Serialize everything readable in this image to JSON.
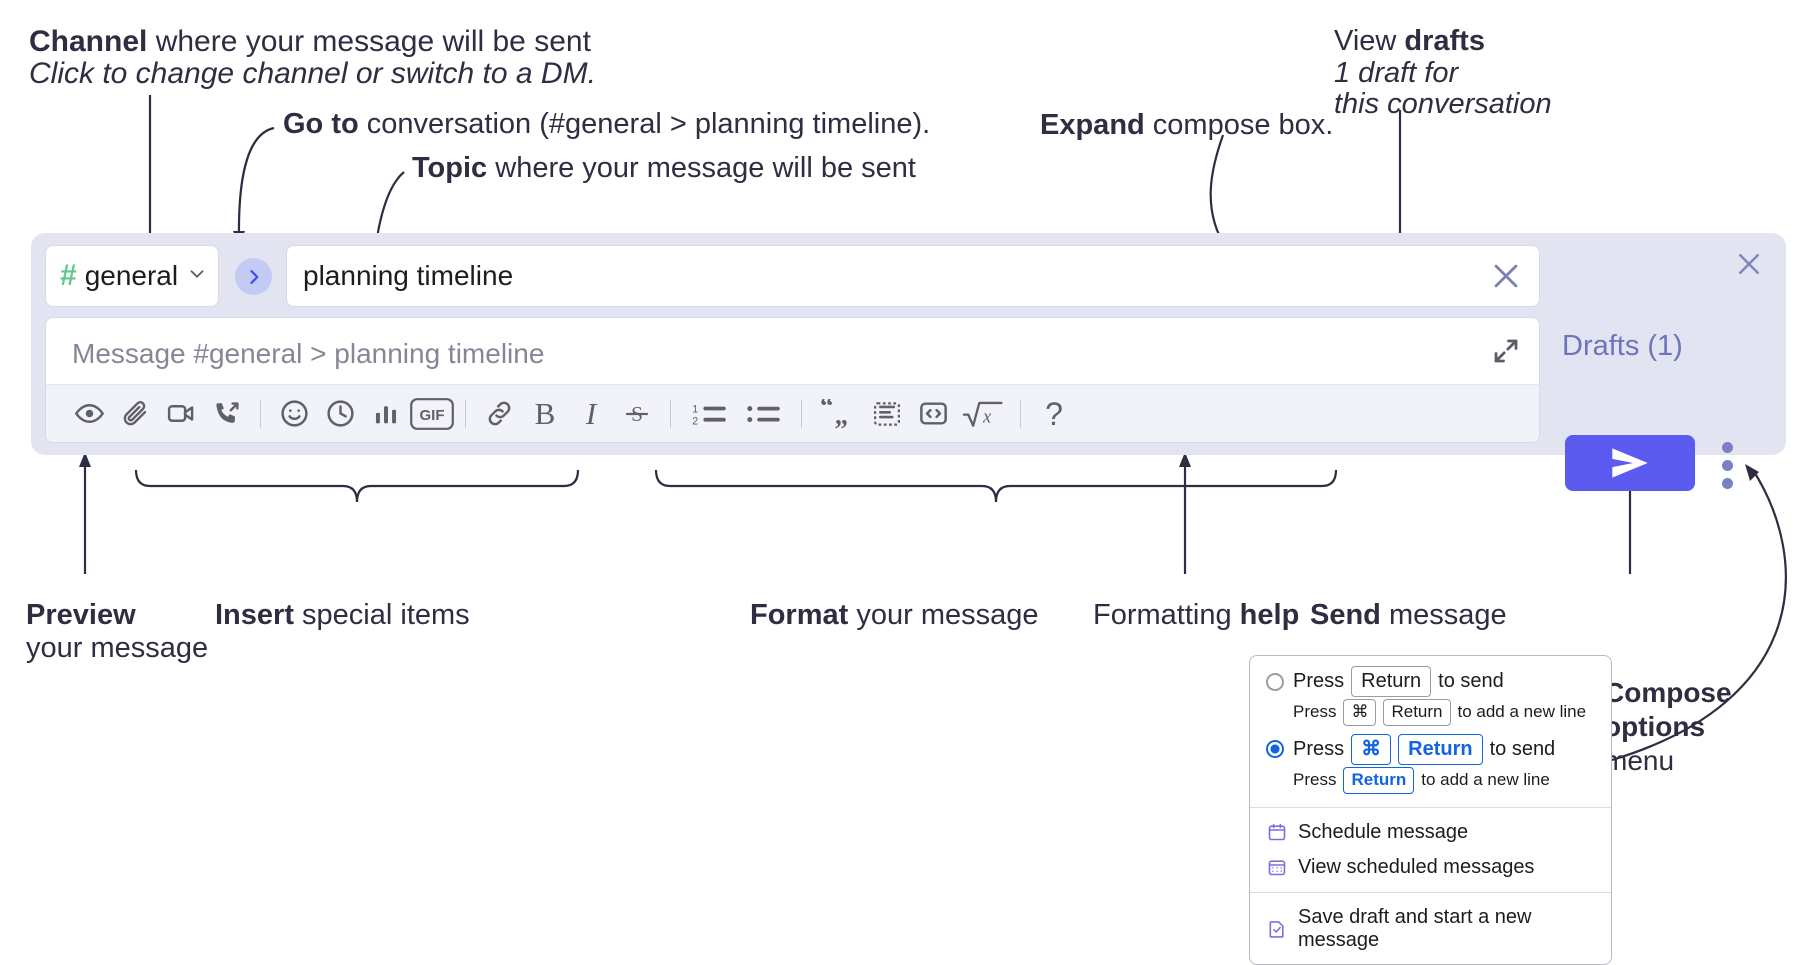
{
  "annotations": {
    "channel": {
      "line1_bold": "Channel",
      "line1_rest": " where your message will be sent",
      "line2_italic": "Click to change channel or switch to a DM."
    },
    "goto": {
      "bold": "Go to",
      "rest": " conversation (#general > planning timeline)."
    },
    "topic": {
      "bold": "Topic",
      "rest": " where your message will be sent"
    },
    "expand": {
      "bold": "Expand",
      "rest": " compose box."
    },
    "drafts": {
      "line1_rest": "View ",
      "line1_bold": "drafts",
      "line2_italic": "1 draft for",
      "line3_italic": "this conversation"
    },
    "preview": {
      "bold": "Preview",
      "line2": "your message"
    },
    "insert": {
      "bold": "Insert",
      "rest": " special items"
    },
    "format": {
      "bold": "Format",
      "rest": " your message"
    },
    "formatting_help": {
      "rest": "Formatting ",
      "bold": "help"
    },
    "send": {
      "bold": "Send",
      "rest": " message"
    },
    "compose_options": {
      "line1_bold": "Compose",
      "line2_bold": "options",
      "line3": "menu"
    }
  },
  "compose": {
    "channel": {
      "hash": "#",
      "name": "general",
      "caret_icon": "chevron-down-icon"
    },
    "goto_icon": "chevron-right-icon",
    "topic": {
      "value": "planning timeline",
      "clear_icon": "close-icon"
    },
    "message": {
      "placeholder": "Message #general > planning timeline",
      "value": ""
    },
    "expand_icon": "expand-arrows-icon",
    "panel_close_icon": "close-icon",
    "drafts_label": "Drafts (1)",
    "send_icon": "send-paper-plane-icon",
    "kebab_icon": "vertical-dots-icon",
    "toolbar": [
      {
        "name": "preview-message",
        "icon": "eye-icon",
        "label": ""
      },
      {
        "name": "attach-file",
        "icon": "paperclip-icon",
        "label": ""
      },
      {
        "name": "record-video-clip",
        "icon": "video-camera-icon",
        "label": ""
      },
      {
        "name": "record-audio-clip",
        "icon": "phone-arrow-icon",
        "label": ""
      },
      {
        "name": "separator-1",
        "icon": "divider",
        "label": ""
      },
      {
        "name": "emoji",
        "icon": "smiley-face-icon",
        "label": ""
      },
      {
        "name": "schedule-send",
        "icon": "clock-icon",
        "label": ""
      },
      {
        "name": "create-poll",
        "icon": "bar-chart-icon",
        "label": ""
      },
      {
        "name": "insert-gif",
        "icon": "gif-icon",
        "label": "GIF"
      },
      {
        "name": "separator-2",
        "icon": "divider",
        "label": ""
      },
      {
        "name": "insert-link",
        "icon": "link-chain-icon",
        "label": ""
      },
      {
        "name": "bold",
        "icon": "bold-icon",
        "label": "B"
      },
      {
        "name": "italic",
        "icon": "italic-icon",
        "label": "I"
      },
      {
        "name": "strikethrough",
        "icon": "strikethrough-icon",
        "label": "S"
      },
      {
        "name": "separator-3",
        "icon": "divider",
        "label": ""
      },
      {
        "name": "ordered-list",
        "icon": "numbered-list-icon",
        "label": ""
      },
      {
        "name": "bulleted-list",
        "icon": "bulleted-list-icon",
        "label": ""
      },
      {
        "name": "separator-4",
        "icon": "divider",
        "label": ""
      },
      {
        "name": "blockquote",
        "icon": "quote-marks-icon",
        "label": ""
      },
      {
        "name": "code-block",
        "icon": "code-block-icon",
        "label": ""
      },
      {
        "name": "inline-code",
        "icon": "angle-brackets-icon",
        "label": ""
      },
      {
        "name": "math-latex",
        "icon": "square-root-x-icon",
        "label": ""
      },
      {
        "name": "separator-5",
        "icon": "divider",
        "label": ""
      },
      {
        "name": "formatting-help",
        "icon": "question-mark-icon",
        "label": "?"
      }
    ]
  },
  "compose_menu": {
    "options": [
      {
        "selected": false,
        "main_prefix": "Press",
        "main_keys": [
          "Return"
        ],
        "main_suffix": "to send",
        "sub_prefix": "Press",
        "sub_keys": [
          "⌘",
          "Return"
        ],
        "sub_suffix": "to add a new line"
      },
      {
        "selected": true,
        "main_prefix": "Press",
        "main_keys": [
          "⌘",
          "Return"
        ],
        "main_suffix": "to send",
        "sub_prefix": "Press",
        "sub_keys": [
          "Return"
        ],
        "sub_suffix": "to add a new line"
      }
    ],
    "items": [
      {
        "label": "Schedule message",
        "icon": "calendar-icon"
      },
      {
        "label": "View scheduled messages",
        "icon": "calendar-grid-icon"
      },
      {
        "label": "Save draft and start a new message",
        "icon": "document-check-icon"
      }
    ]
  },
  "colors": {
    "panel_bg": "#e2e4f2",
    "accent_send": "#5b5bf0",
    "hash_green": "#5ec98d",
    "drafts_text": "#6f74b8",
    "goto_circle": "#c3cbf5",
    "radio_blue": "#1264e0",
    "menu_icon": "#7b6fe0",
    "anno_text": "#2f2d41"
  }
}
